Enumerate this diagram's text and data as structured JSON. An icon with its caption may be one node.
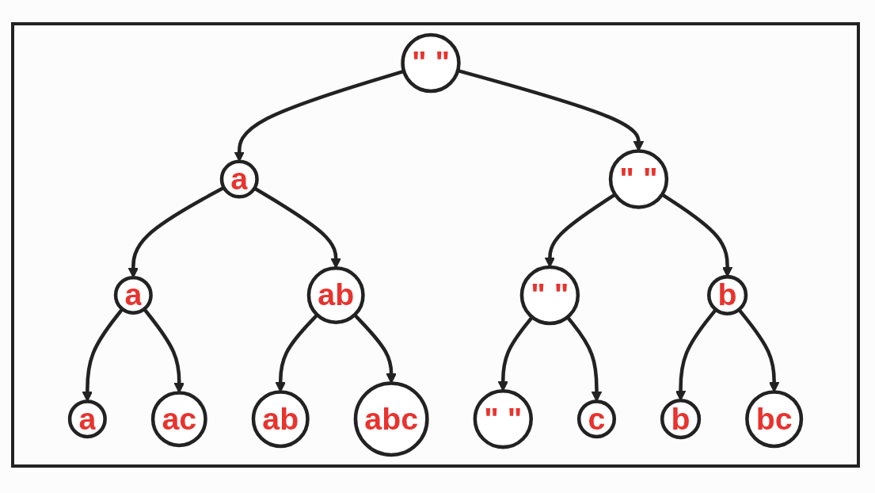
{
  "diagram": {
    "nodes": [
      {
        "text": [
          "\" \""
        ]
      },
      {
        "text": [
          "a"
        ]
      },
      {
        "text": [
          "\" \""
        ]
      },
      {
        "text": [
          "a"
        ]
      },
      {
        "text": [
          "ab"
        ]
      },
      {
        "text": [
          "\" \""
        ]
      },
      {
        "text": [
          "b"
        ]
      },
      {
        "text": [
          "a"
        ]
      },
      {
        "text": [
          "ac"
        ]
      },
      {
        "text": [
          "ab"
        ]
      },
      {
        "text": [
          "abc"
        ]
      },
      {
        "text": [
          "\" \""
        ]
      },
      {
        "text": [
          "c"
        ]
      },
      {
        "text": [
          "b"
        ]
      },
      {
        "text": [
          "bc"
        ]
      }
    ],
    "edges": [
      {
        "from": 0,
        "to": 1,
        "arrow": "to"
      },
      {
        "from": 0,
        "to": 2,
        "arrow": "to"
      },
      {
        "from": 1,
        "to": 3,
        "arrow": "to"
      },
      {
        "from": 1,
        "to": 4,
        "arrow": "to"
      },
      {
        "from": 2,
        "to": 5,
        "arrow": "to"
      },
      {
        "from": 2,
        "to": 6,
        "arrow": "to"
      },
      {
        "from": 3,
        "to": 7,
        "arrow": "to"
      },
      {
        "from": 3,
        "to": 8,
        "arrow": "to"
      },
      {
        "from": 4,
        "to": 9,
        "arrow": "to"
      },
      {
        "from": 4,
        "to": 10,
        "arrow": "to"
      },
      {
        "from": 5,
        "to": 11,
        "arrow": "to"
      },
      {
        "from": 5,
        "to": 12,
        "arrow": "to"
      },
      {
        "from": 6,
        "to": 13,
        "arrow": "to"
      },
      {
        "from": 6,
        "to": 14,
        "arrow": "to"
      }
    ]
  }
}
